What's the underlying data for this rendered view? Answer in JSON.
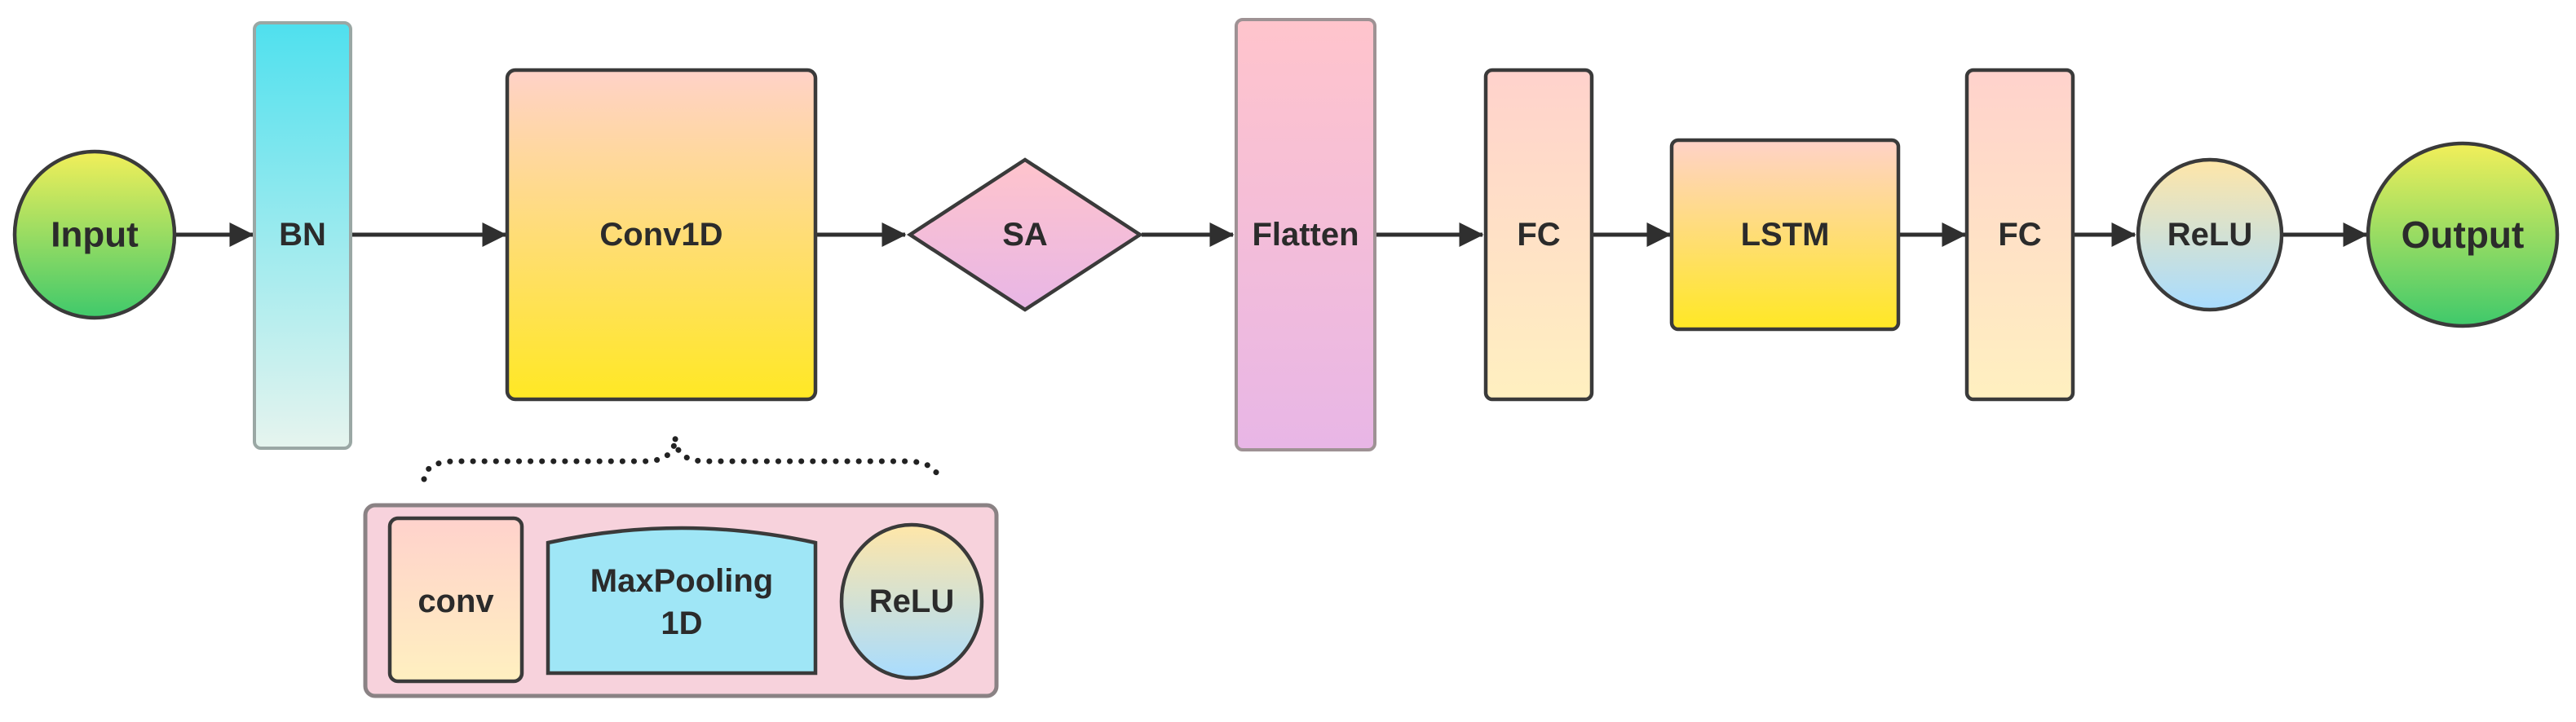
{
  "nodes": {
    "input": "Input",
    "bn": "BN",
    "conv1d": "Conv1D",
    "sa": "SA",
    "flatten": "Flatten",
    "fc1": "FC",
    "lstm": "LSTM",
    "fc2": "FC",
    "relu": "ReLU",
    "output": "Output"
  },
  "detail": {
    "conv": "conv",
    "maxpool_line1": "MaxPooling",
    "maxpool_line2": "1D",
    "relu": "ReLU"
  },
  "colors": {
    "circle_green": [
      "#f2ef5a",
      "#3fc96b"
    ],
    "bn_cyan": [
      "#4fe0ee",
      "#e6f4ee"
    ],
    "yellow_block": [
      "#ffd2c8",
      "#ffe824"
    ],
    "pink_purple": [
      "#ffc4cc",
      "#e8b6e6"
    ],
    "peach": [
      "#ffd2cc",
      "#fff0c0"
    ],
    "relu_multi": [
      "#ffe6a8",
      "#a8dcff"
    ],
    "maxpool_cyan": "#9fe6f6",
    "detail_panel": "#f7d2dc",
    "edge": "#2f2f2f"
  }
}
